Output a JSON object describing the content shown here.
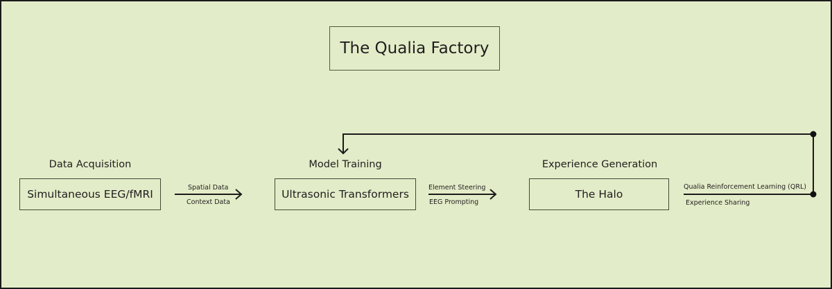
{
  "title": "The Qualia Factory",
  "stages": [
    {
      "label": "Data Acquisition",
      "node": "Simultaneous EEG/fMRI"
    },
    {
      "label": "Model Training",
      "node": "Ultrasonic Transformers"
    },
    {
      "label": "Experience Generation",
      "node": "The Halo"
    }
  ],
  "edges": [
    {
      "from": "Simultaneous EEG/fMRI",
      "to": "Ultrasonic Transformers",
      "top_label": "Spatial Data",
      "bottom_label": "Context Data"
    },
    {
      "from": "Ultrasonic Transformers",
      "to": "The Halo",
      "top_label": "Element Steering",
      "bottom_label": "EEG Prompting"
    },
    {
      "from": "The Halo",
      "to": "Ultrasonic Transformers",
      "top_label": "Qualia Reinforcement Learning (QRL)",
      "bottom_label": "Experience Sharing",
      "type": "feedback-loop"
    }
  ],
  "colors": {
    "background": "#e3ecc8",
    "stroke": "#1a1a1a"
  }
}
